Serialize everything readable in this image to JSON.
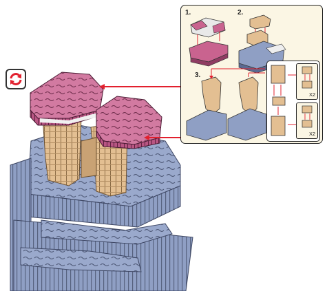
{
  "toolbar": {
    "rotate_icon": "rotate-arrows-icon",
    "rotate_color": "#e2202e"
  },
  "instructions": {
    "steps": [
      {
        "label": "1."
      },
      {
        "label": "2."
      },
      {
        "label": "3."
      }
    ],
    "submodel_multipliers": [
      "X2",
      "X2"
    ]
  },
  "colors": {
    "pink": "#c9638f",
    "tan": "#e3bf92",
    "blue": "#8f9fc4",
    "white": "#eeeeee",
    "arrow": "#e2202e"
  }
}
